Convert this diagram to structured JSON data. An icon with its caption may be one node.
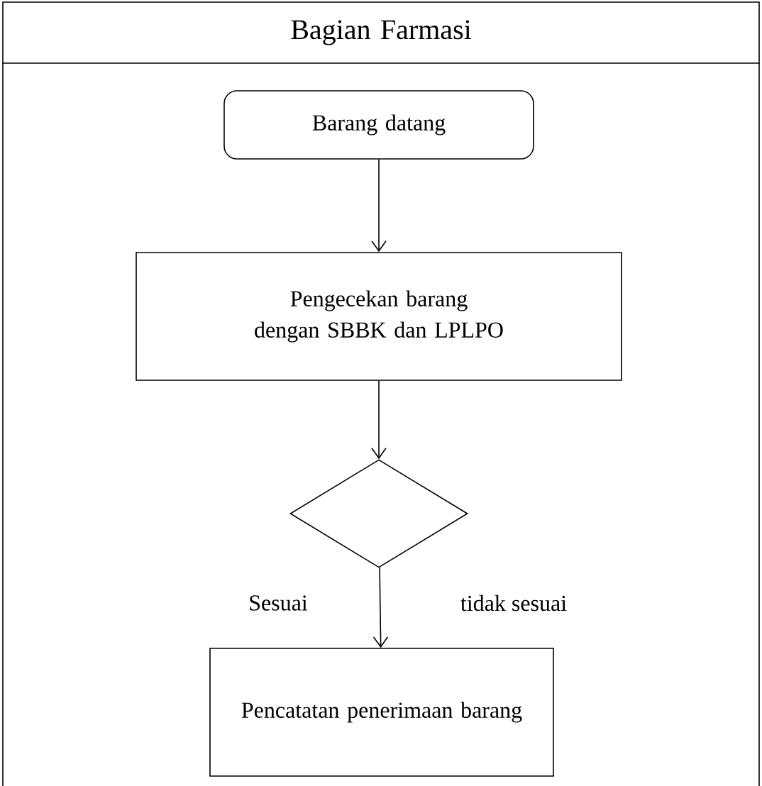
{
  "diagram": {
    "nodes": [
      {
        "text": [
          "Bagian Farmasi"
        ]
      },
      {
        "text": [
          "Barang datang"
        ],
        "in": 0
      },
      {
        "text": [
          "Pengecekan barang dengan SBBK dan LPLPO"
        ],
        "in": 0
      },
      {
        "text": [],
        "shape": "diamond",
        "in": 0
      },
      {
        "text": [
          "Pencatatan penerimaan barang"
        ],
        "in": 0
      }
    ],
    "edges": [
      {
        "from": 1,
        "to": 2,
        "arrow": "to"
      },
      {
        "from": 2,
        "to": 3,
        "arrow": "to"
      },
      {
        "from": 3,
        "to": 4,
        "arrow": "to"
      }
    ],
    "labels": [
      "Sesuai",
      "tidak sesuai"
    ]
  }
}
